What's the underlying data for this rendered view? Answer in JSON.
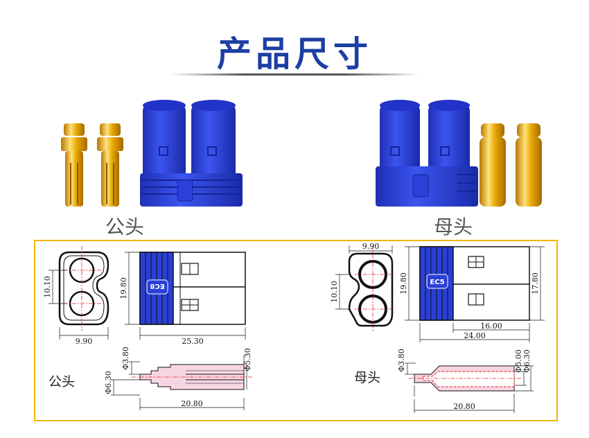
{
  "title": "产品尺寸",
  "male": {
    "label": "公头",
    "dims": {
      "width": "9.90",
      "pitch": "10.10",
      "height": "19.80",
      "length": "25.30",
      "pin_left": "Φ3.80",
      "pin_outer": "Φ6.30",
      "pin_right": "Φ5.30",
      "pin_length": "20.80"
    },
    "pin_label": "公头",
    "housing_text": "EC8"
  },
  "female": {
    "label": "母头",
    "dims": {
      "width": "9.90",
      "pitch": "10.10",
      "height": "19.80",
      "height_right": "17.80",
      "inner_length": "16.00",
      "length": "24.00",
      "sock_left": "Φ3.80",
      "sock_right1": "Φ5.00",
      "sock_right2": "Φ6.30",
      "sock_length": "20.80"
    },
    "pin_label": "母头",
    "housing_text": "EC5"
  },
  "colors": {
    "title": "#1d3fa3",
    "housing": "#2a3fd6",
    "gold": "#e8a800",
    "frame": "#f0b400",
    "centerline": "#e0202a",
    "pin_fill": "#f7d6e2"
  }
}
